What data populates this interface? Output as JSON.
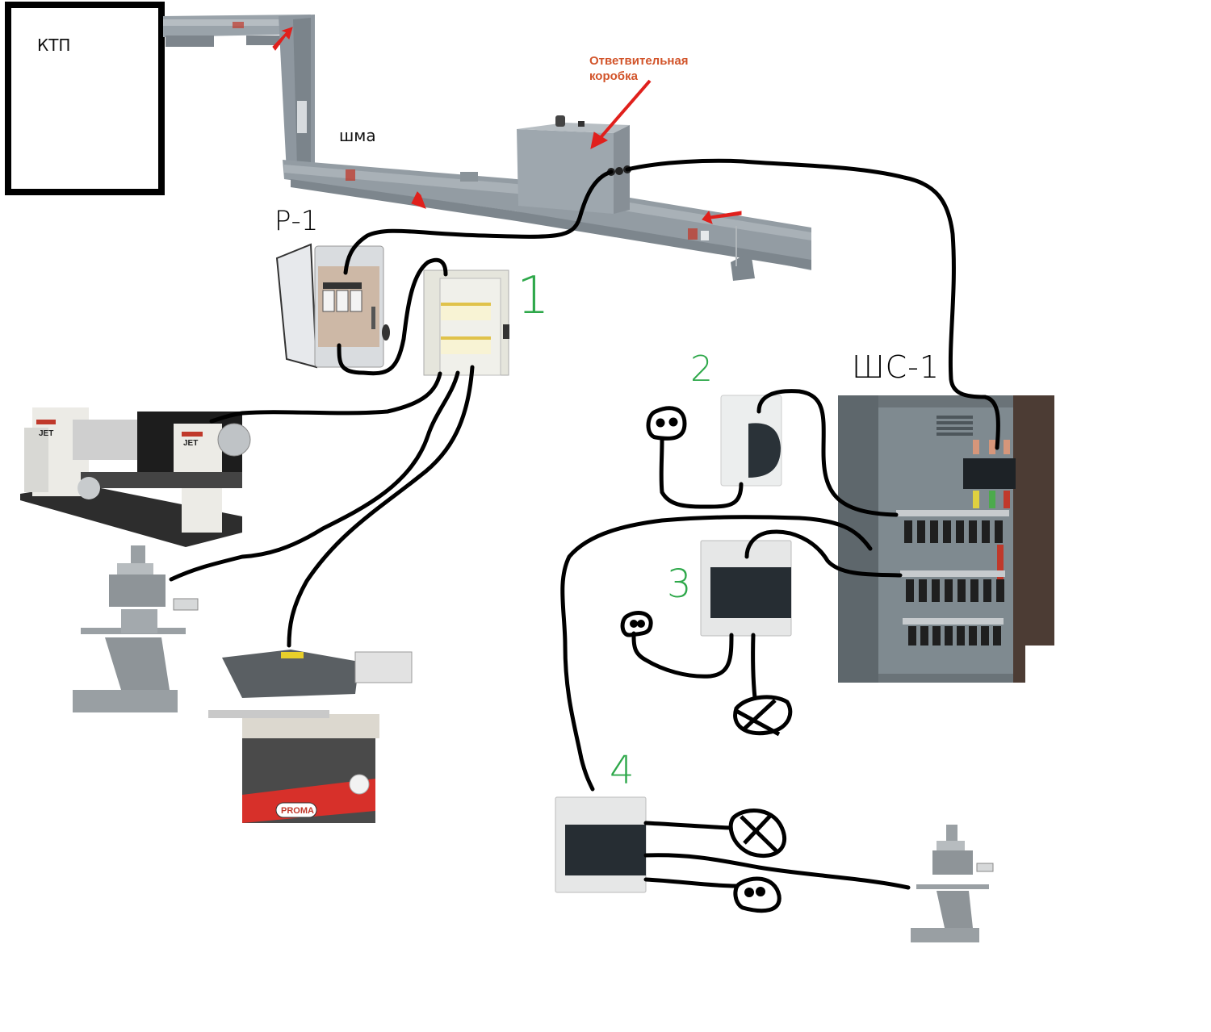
{
  "labels": {
    "ktp": "КТП",
    "busway": "шма",
    "tap_box": "Ответвительная коробка",
    "tap_box_line1": "Ответвительная",
    "tap_box_line2": "коробка",
    "switch_p1": "Р-1",
    "panel_1": "1",
    "panel_2": "2",
    "panel_3": "3",
    "panel_4": "4",
    "cabinet_she1": "ШС-1"
  },
  "equipment": {
    "lathe_brand": "JET",
    "lathe_brand_2": "JET",
    "bandsaw_brand": "PROMA"
  },
  "colors": {
    "number_labels": "#2ea84a",
    "callout_text": "#d2542a",
    "arrow": "#e0201c",
    "wire": "#000000",
    "busway": "#8e979f",
    "cabinet": "#6f7a80"
  }
}
